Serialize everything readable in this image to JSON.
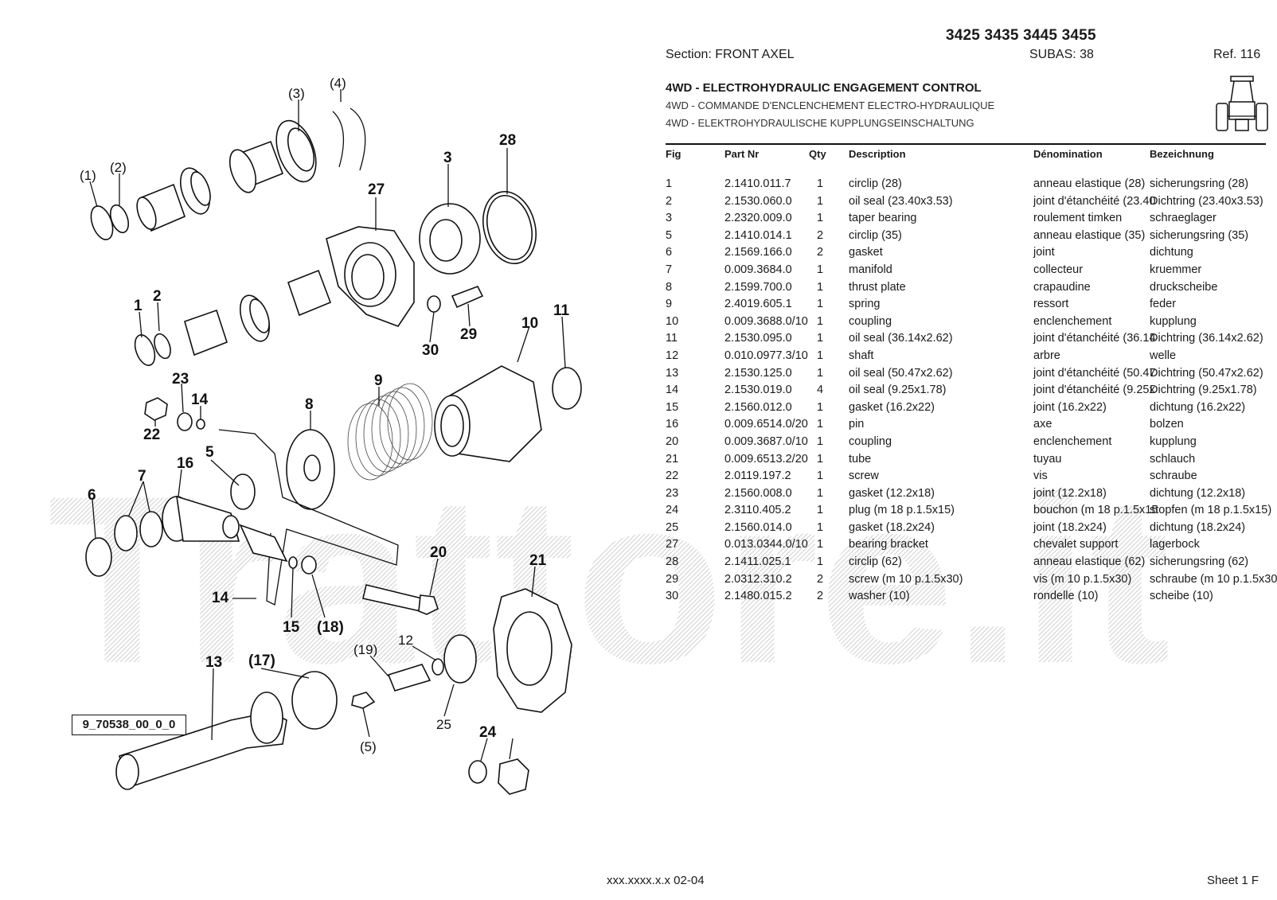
{
  "header": {
    "models": "3425 3435 3445 3455",
    "section": "Section: FRONT AXEL",
    "subas": "SUBAS: 38",
    "ref": "Ref. 116"
  },
  "titles": {
    "en": "4WD - ELECTROHYDRAULIC ENGAGEMENT CONTROL",
    "fr": "4WD - COMMANDE D'ENCLENCHEMENT ELECTRO-HYDRAULIQUE",
    "de": "4WD - ELEKTROHYDRAULISCHE KUPPLUNGSEINSCHALTUNG"
  },
  "table": {
    "headers": {
      "fig": "Fig",
      "part": "Part Nr",
      "qty": "Qty",
      "desc": "Description",
      "fr": "Dénomination",
      "de": "Bezeichnung"
    },
    "rows": [
      {
        "fig": "1",
        "part": "2.1410.011.7",
        "qty": "1",
        "desc": "circlip (28)",
        "fr": "anneau elastique (28)",
        "de": "sicherungsring (28)"
      },
      {
        "fig": "2",
        "part": "2.1530.060.0",
        "qty": "1",
        "desc": "oil seal (23.40x3.53)",
        "fr": "joint d'étanchéité (23.40",
        "de": "Dichtring (23.40x3.53)"
      },
      {
        "fig": "3",
        "part": "2.2320.009.0",
        "qty": "1",
        "desc": "taper bearing",
        "fr": "roulement timken",
        "de": "schraeglager"
      },
      {
        "fig": "5",
        "part": "2.1410.014.1",
        "qty": "2",
        "desc": "circlip (35)",
        "fr": "anneau elastique (35)",
        "de": "sicherungsring (35)"
      },
      {
        "fig": "6",
        "part": "2.1569.166.0",
        "qty": "2",
        "desc": "gasket",
        "fr": "joint",
        "de": "dichtung"
      },
      {
        "fig": "7",
        "part": "0.009.3684.0",
        "qty": "1",
        "desc": "manifold",
        "fr": "collecteur",
        "de": "kruemmer"
      },
      {
        "fig": "8",
        "part": "2.1599.700.0",
        "qty": "1",
        "desc": "thrust plate",
        "fr": "crapaudine",
        "de": "druckscheibe"
      },
      {
        "fig": "9",
        "part": "2.4019.605.1",
        "qty": "1",
        "desc": "spring",
        "fr": "ressort",
        "de": "feder"
      },
      {
        "fig": "10",
        "part": "0.009.3688.0/10",
        "qty": "1",
        "desc": "coupling",
        "fr": "enclenchement",
        "de": "kupplung"
      },
      {
        "fig": "11",
        "part": "2.1530.095.0",
        "qty": "1",
        "desc": "oil seal (36.14x2.62)",
        "fr": "joint d'étanchéité (36.14",
        "de": "Dichtring (36.14x2.62)"
      },
      {
        "fig": "12",
        "part": "0.010.0977.3/10",
        "qty": "1",
        "desc": "shaft",
        "fr": "arbre",
        "de": "welle"
      },
      {
        "fig": "13",
        "part": "2.1530.125.0",
        "qty": "1",
        "desc": "oil seal (50.47x2.62)",
        "fr": "joint d'étanchéité (50.47",
        "de": "Dichtring (50.47x2.62)"
      },
      {
        "fig": "14",
        "part": "2.1530.019.0",
        "qty": "4",
        "desc": "oil seal (9.25x1.78)",
        "fr": "joint d'étanchéité (9.25x",
        "de": "Dichtring (9.25x1.78)"
      },
      {
        "fig": "15",
        "part": "2.1560.012.0",
        "qty": "1",
        "desc": "gasket (16.2x22)",
        "fr": "joint (16.2x22)",
        "de": "dichtung (16.2x22)"
      },
      {
        "fig": "16",
        "part": "0.009.6514.0/20",
        "qty": "1",
        "desc": "pin",
        "fr": "axe",
        "de": "bolzen"
      },
      {
        "fig": "20",
        "part": "0.009.3687.0/10",
        "qty": "1",
        "desc": "coupling",
        "fr": "enclenchement",
        "de": "kupplung"
      },
      {
        "fig": "21",
        "part": "0.009.6513.2/20",
        "qty": "1",
        "desc": "tube",
        "fr": "tuyau",
        "de": "schlauch"
      },
      {
        "fig": "22",
        "part": "2.0119.197.2",
        "qty": "1",
        "desc": "screw",
        "fr": "vis",
        "de": "schraube"
      },
      {
        "fig": "23",
        "part": "2.1560.008.0",
        "qty": "1",
        "desc": "gasket (12.2x18)",
        "fr": "joint (12.2x18)",
        "de": "dichtung (12.2x18)"
      },
      {
        "fig": "24",
        "part": "2.3110.405.2",
        "qty": "1",
        "desc": "plug (m 18 p.1.5x15)",
        "fr": "bouchon (m 18 p.1.5x15",
        "de": "stopfen (m 18 p.1.5x15)"
      },
      {
        "fig": "25",
        "part": "2.1560.014.0",
        "qty": "1",
        "desc": "gasket (18.2x24)",
        "fr": "joint (18.2x24)",
        "de": "dichtung (18.2x24)"
      },
      {
        "fig": "27",
        "part": "0.013.0344.0/10",
        "qty": "1",
        "desc": "bearing bracket",
        "fr": "chevalet support",
        "de": "lagerbock"
      },
      {
        "fig": "28",
        "part": "2.1411.025.1",
        "qty": "1",
        "desc": "circlip (62)",
        "fr": "anneau elastique (62)",
        "de": "sicherungsring (62)"
      },
      {
        "fig": "29",
        "part": "2.0312.310.2",
        "qty": "2",
        "desc": "screw (m 10 p.1.5x30)",
        "fr": "vis (m 10 p.1.5x30)",
        "de": "schraube (m 10 p.1.5x30"
      },
      {
        "fig": "30",
        "part": "2.1480.015.2",
        "qty": "2",
        "desc": "washer (10)",
        "fr": "rondelle (10)",
        "de": "scheibe (10)"
      }
    ]
  },
  "diagram": {
    "reference_code": "9_70538_00_0_0",
    "callouts": [
      "(1)",
      "(2)",
      "(3)",
      "(4)",
      "28",
      "27",
      "3",
      "1",
      "2",
      "30",
      "29",
      "10",
      "11",
      "23",
      "14",
      "22",
      "9",
      "8",
      "5",
      "6",
      "7",
      "16",
      "20",
      "21",
      "14",
      "15",
      "(18)",
      "(19)",
      "12",
      "13",
      "(17)",
      "(5)",
      "25",
      "24"
    ]
  },
  "watermark": "Trattore.it",
  "footer": {
    "code": "xxx.xxxx.x.x  02-04",
    "sheet": "Sheet 1 F"
  }
}
